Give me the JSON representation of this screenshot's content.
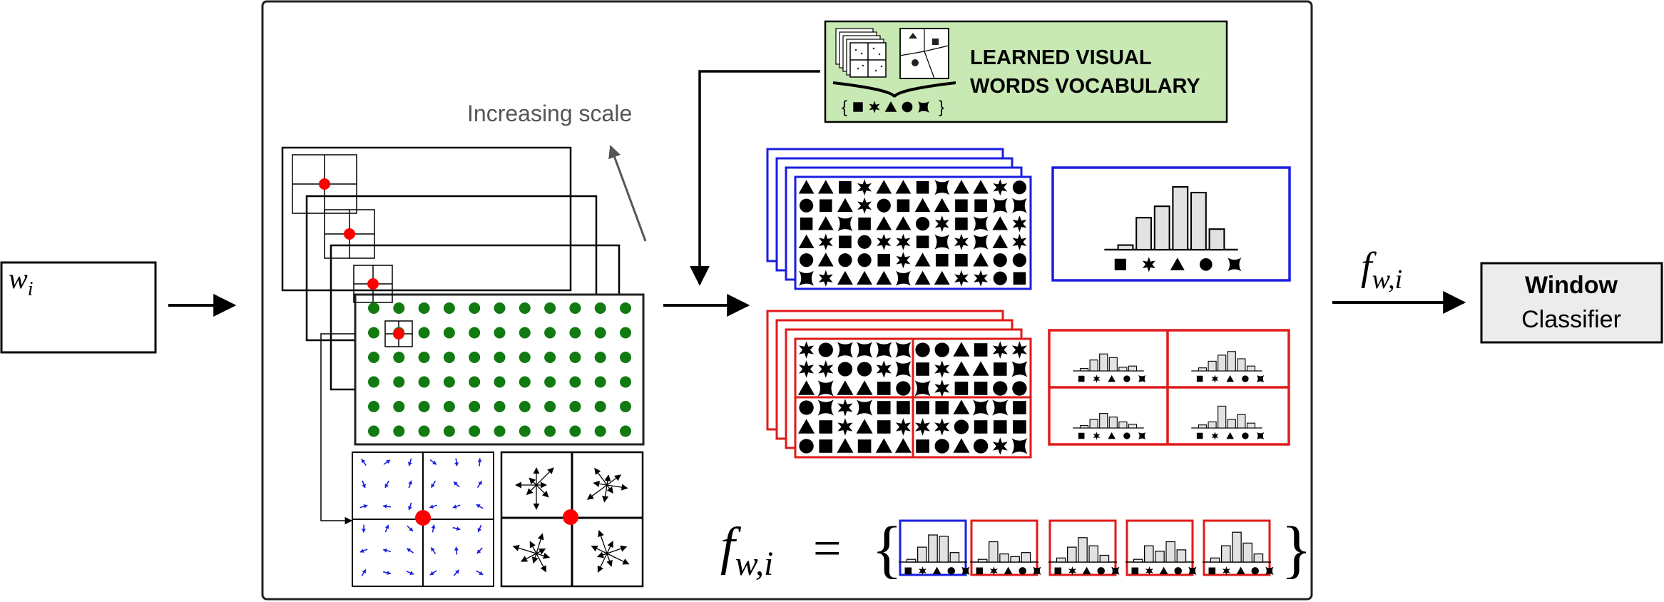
{
  "input": {
    "symbol": "w",
    "subscript": "i"
  },
  "scale_label": "Increasing scale",
  "vocabulary": {
    "title_line1": "LEARNED VISUAL",
    "title_line2": "WORDS VOCABULARY",
    "brace_open": "{",
    "brace_close": "}"
  },
  "feature_label": {
    "base": "f",
    "subscript": "w,i"
  },
  "formula": {
    "lhs_base": "f",
    "lhs_subscript": "w,i",
    "equals": "=",
    "open": "{",
    "close": "}"
  },
  "classifier": {
    "line1": "Window",
    "line2": "Classifier"
  },
  "colors": {
    "global_frame": "#1a1ee0",
    "spatial_frame": "#e01a1a",
    "dense_point": "#117a11",
    "keypoint": "#ff0000",
    "vocabulary_bg": "#c8e8b4",
    "classifier_bg": "#ececec",
    "gradient_arrow": "#1a1ee0"
  },
  "icons": [
    "square-icon",
    "star-icon",
    "triangle-icon",
    "circle-icon",
    "bowtie-icon"
  ]
}
